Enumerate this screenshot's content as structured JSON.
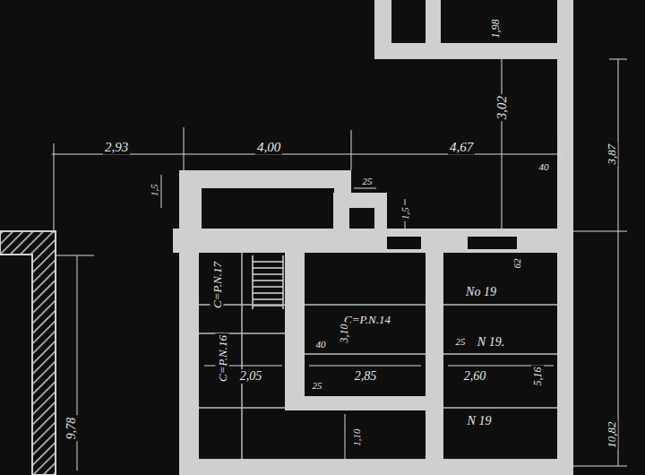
{
  "diagram": {
    "labels": [
      "2,93",
      "4,00",
      "4,67",
      "40",
      "3,02",
      "3,87",
      "1,98",
      "1,5",
      "25",
      "1,5",
      "62",
      "No 19",
      "C=P.N.14",
      "3,10",
      "C=P.N.17",
      "N 19.",
      "25",
      "2,60",
      "40",
      "2,05",
      "2,85",
      "25",
      "5,16",
      "N 19",
      "C=P.N.16",
      "9,78",
      "10,82",
      "1,10"
    ]
  }
}
